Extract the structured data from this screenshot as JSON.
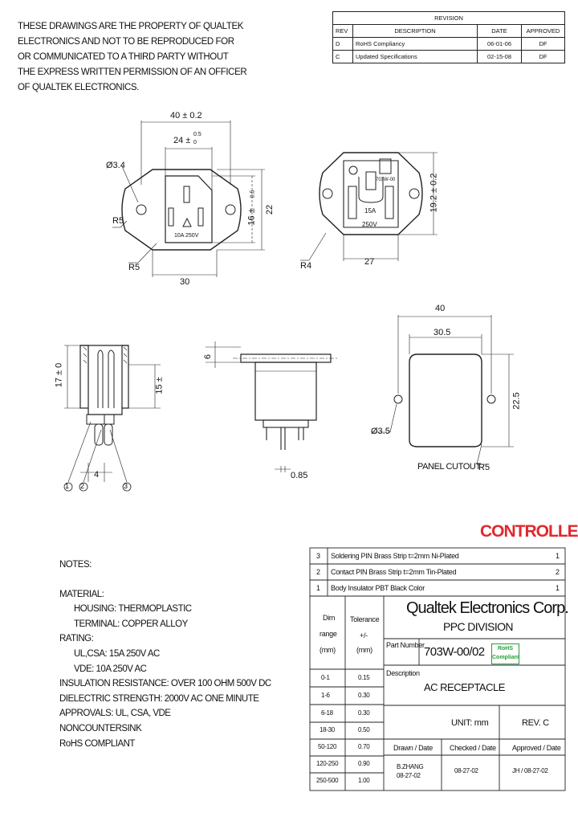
{
  "notice_lines": [
    "THESE DRAWINGS ARE THE PROPERTY OF QUALTEK",
    "ELECTRONICS AND NOT TO BE REPRODUCED FOR",
    "OR COMMUNICATED TO A THIRD PARTY WITHOUT",
    "THE EXPRESS WRITTEN PERMISSION OF AN OFFICER",
    "OF QUALTEK ELECTRONICS."
  ],
  "revision": {
    "title": "REVISION",
    "headers": [
      "REV",
      "DESCRIPTION",
      "DATE",
      "APPROVED"
    ],
    "rows": [
      [
        "D",
        "RoHS Compliancy",
        "06-01-06",
        "DF"
      ],
      [
        "C",
        "Updated Specifications",
        "02-15-08",
        "DF"
      ]
    ]
  },
  "dims": {
    "front_40": "40 ± 0.2",
    "front_24": "24 ±",
    "front_24_tol_top": "0.5",
    "front_24_tol_bot": "0",
    "front_d34": "Ø3.4",
    "front_r5a": "R5",
    "front_r5b": "R5",
    "front_30": "30",
    "front_22": "22",
    "front_16": "16 ±",
    "front_16_tol": "0.5",
    "front_rating": "10A 250V",
    "rear_r4": "R4",
    "rear_27": "27",
    "rear_192": "19.2 ± 0.2",
    "rear_15a": "15A",
    "rear_250v": "250V",
    "rear_model": "703W-00",
    "side_17": "17 ± 0",
    "side_15": "15 ±",
    "side_4": "4",
    "mid_6": "6",
    "mid_085": "0.85",
    "cut_40": "40",
    "cut_305": "30.5",
    "cut_225": "22.5",
    "cut_d35": "Ø3.5",
    "cut_r5": "R5",
    "cut_label": "PANEL CUTOUT",
    "callouts": [
      "1",
      "2",
      "3"
    ]
  },
  "controlled": "CONTROLLED",
  "notes": {
    "heading": "NOTES:",
    "lines": [
      "MATERIAL:",
      "HOUSING: THERMOPLASTIC",
      "TERMINAL: COPPER ALLOY",
      "RATING:",
      "UL,CSA: 15A 250V AC",
      "VDE: 10A 250V AC",
      "INSULATION RESISTANCE: OVER 100 OHM 500V DC",
      "DIELECTRIC STRENGTH: 2000V AC ONE MINUTE",
      "APPROVALS: UL, CSA, VDE",
      "NONCOUNTERSINK",
      "RoHS COMPLIANT"
    ]
  },
  "parts_list": [
    {
      "no": "3",
      "desc": "Soldering PIN Brass Strip t=2mm Ni-Plated",
      "qty": "1"
    },
    {
      "no": "2",
      "desc": "Contact PIN Brass Strip t=2mm Tin-Plated",
      "qty": "2"
    },
    {
      "no": "1",
      "desc": "Body Insulator PBT Black Color",
      "qty": "1"
    }
  ],
  "title_block": {
    "company": "Qualtek Electronics Corp.",
    "division": "PPC DIVISION",
    "part_number_label": "Part Number",
    "part_number": "703W-00/02",
    "rohs_badge": "RoHS Compliant",
    "description_label": "Description",
    "description": "AC RECEPTACLE",
    "unit": "UNIT: mm",
    "rev": "REV. C",
    "drawn_by_label": "Drawn / Date",
    "checked_by_label": "Checked / Date",
    "approved_by_label": "Approved / Date",
    "drawn_by": "B.ZHANG",
    "drawn_date": "08-27-02",
    "checked_date": "08-27-02",
    "approved_date": "JH / 08-27-02"
  },
  "tolerance": {
    "h1": "Dim",
    "h2": "range",
    "h3": "(mm)",
    "t1": "Tolerance",
    "t2": "+/-",
    "t3": "(mm)",
    "rows": [
      [
        "0-1",
        "0.15"
      ],
      [
        "1-6",
        "0.30"
      ],
      [
        "6-18",
        "0.30"
      ],
      [
        "18-30",
        "0.50"
      ],
      [
        "50-120",
        "0.70"
      ],
      [
        "120-250",
        "0.90"
      ],
      [
        "250-500",
        "1.00"
      ]
    ]
  }
}
